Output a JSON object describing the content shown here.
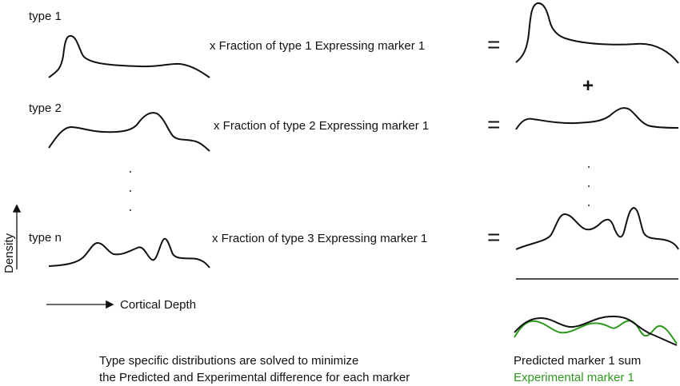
{
  "rows": [
    {
      "type_label": "type 1",
      "fraction_text": "x Fraction of type 1 Expressing marker 1",
      "equals": "="
    },
    {
      "type_label": "type 2",
      "fraction_text": "x Fraction of type 2 Expressing marker 1",
      "equals": "="
    },
    {
      "type_label": "type n",
      "fraction_text": "x Fraction of type 3 Expressing marker 1",
      "equals": "="
    }
  ],
  "plus_sign": "+",
  "axes": {
    "y_label": "Density",
    "x_label": "Cortical Depth"
  },
  "caption": {
    "line1": "Type specific distributions are solved to minimize",
    "line2": "the Predicted and Experimental difference for each marker"
  },
  "legend": {
    "predicted": "Predicted marker 1 sum",
    "experimental": "Experimental marker 1",
    "predicted_color": "#111111",
    "experimental_color": "#2e9a1e"
  }
}
